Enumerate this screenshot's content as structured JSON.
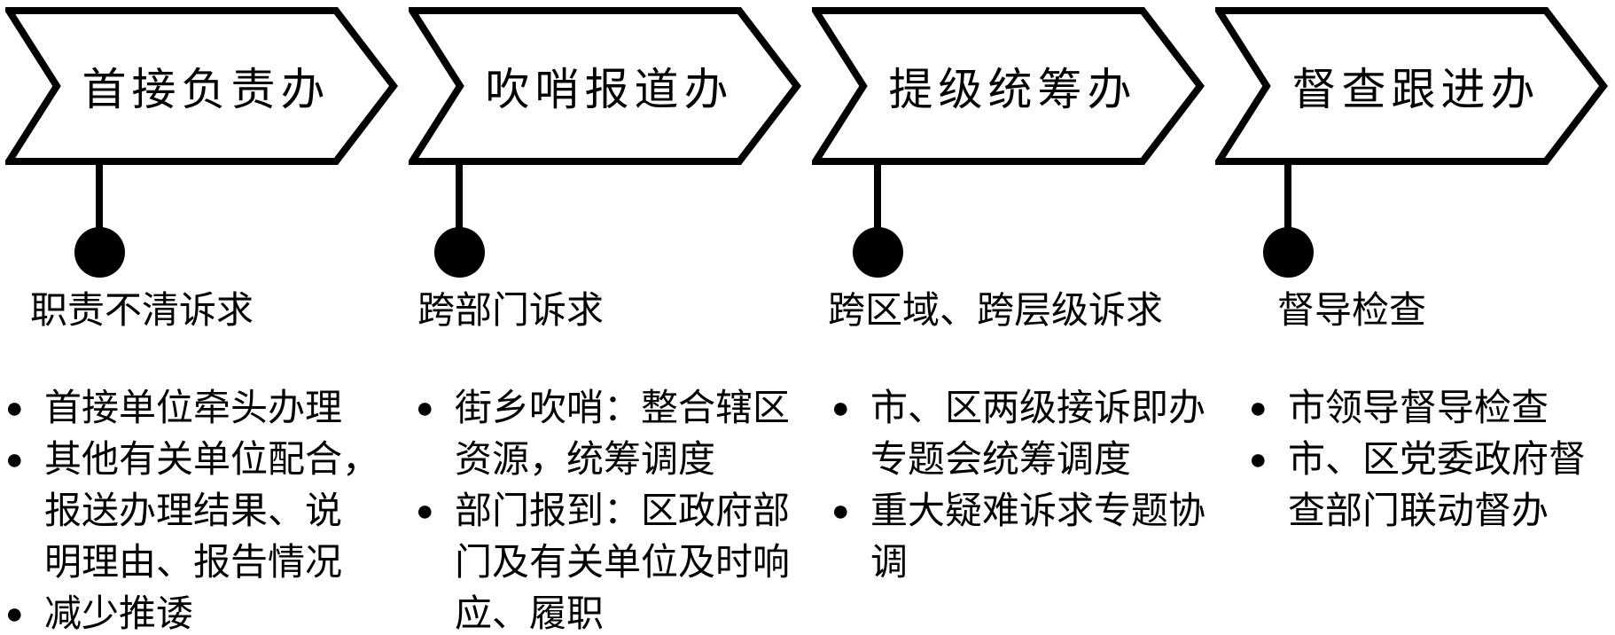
{
  "diagram": {
    "bullet_char": "●",
    "colors": {
      "ink": "#000000",
      "paper": "#ffffff"
    },
    "columns": [
      {
        "arrow_label": "首接负责办",
        "dot_label": "职责不清诉求",
        "bullets": [
          "首接单位牵头办理",
          "其他有关单位配合，\n报送办理结果、说\n明理由、报告情况",
          "减少推诿"
        ]
      },
      {
        "arrow_label": "吹哨报道办",
        "dot_label": "跨部门诉求",
        "bullets": [
          "街乡吹哨：整合辖区\n资源，统筹调度",
          "部门报到：区政府部\n门及有关单位及时响\n应、履职"
        ]
      },
      {
        "arrow_label": "提级统筹办",
        "dot_label": "跨区域、跨层级诉求",
        "bullets": [
          "市、区两级接诉即办\n专题会统筹调度",
          "重大疑难诉求专题协\n调"
        ]
      },
      {
        "arrow_label": "督查跟进办",
        "dot_label": "督导检查",
        "bullets": [
          "市领导督导检查",
          "市、区党委政府督\n查部门联动督办"
        ]
      }
    ]
  }
}
